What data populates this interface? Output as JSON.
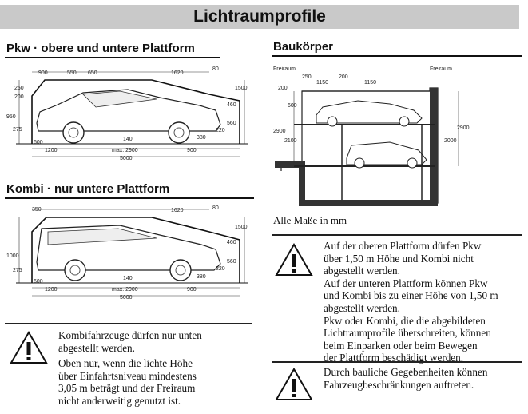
{
  "title": "Lichtraumprofile",
  "sections": {
    "pkw": {
      "heading": "Pkw · obere und untere Plattform",
      "dims": {
        "top": [
          "900",
          "550",
          "650",
          "1620",
          "80"
        ],
        "left": [
          "250",
          "200",
          "950",
          "275"
        ],
        "right": [
          "1500",
          "460",
          "560",
          "220"
        ],
        "bottom": [
          "600",
          "140",
          "380",
          "1200",
          "max. 2900",
          "900",
          "5000"
        ]
      }
    },
    "kombi": {
      "heading": "Kombi · nur untere Plattform",
      "dims": {
        "top": [
          "350",
          "1620",
          "80"
        ],
        "left": [
          "1000",
          "275"
        ],
        "right": [
          "1500",
          "460",
          "560",
          "220"
        ],
        "bottom": [
          "600",
          "140",
          "380",
          "1200",
          "max. 2900",
          "900",
          "5000"
        ]
      }
    },
    "bau": {
      "heading": "Baukörper",
      "labels": {
        "freiraum_left": "Freiraum",
        "freiraum_right": "Freiraum",
        "d250": "250",
        "d200a": "200",
        "d200b": "200",
        "d1150a": "1150",
        "d1150b": "1150",
        "d600": "600",
        "d2900l": "2900",
        "d2100": "2100",
        "d2900r": "2900",
        "d2000": "2000"
      },
      "units_note": "Alle Maße in mm"
    }
  },
  "notes": {
    "right_warning": [
      "Auf der oberen Plattform dürfen Pkw",
      "über 1,50 m Höhe und Kombi nicht",
      "abgestellt werden.",
      "Auf der unteren Plattform können Pkw",
      "und Kombi bis zu einer Höhe von 1,50 m",
      "abgestellt werden.",
      "Pkw oder Kombi, die die abgebildeten",
      "Lichtraumprofile überschreiten, können",
      "beim Einparken oder beim Bewegen",
      "der Plattform beschädigt werden."
    ],
    "right_warning2": [
      "Durch bauliche Gegebenheiten können",
      "Fahrzeugbeschränkungen auftreten."
    ],
    "left_warning": [
      "Kombifahrzeuge dürfen nur unten",
      "abgestellt werden.",
      "Oben nur, wenn die lichte Höhe",
      "über Einfahrtsniveau mindestens",
      "3,05 m beträgt und der Freiraum",
      "nicht anderweitig genutzt ist."
    ]
  },
  "icons": {
    "warning": "warning-exclamation-icon"
  }
}
